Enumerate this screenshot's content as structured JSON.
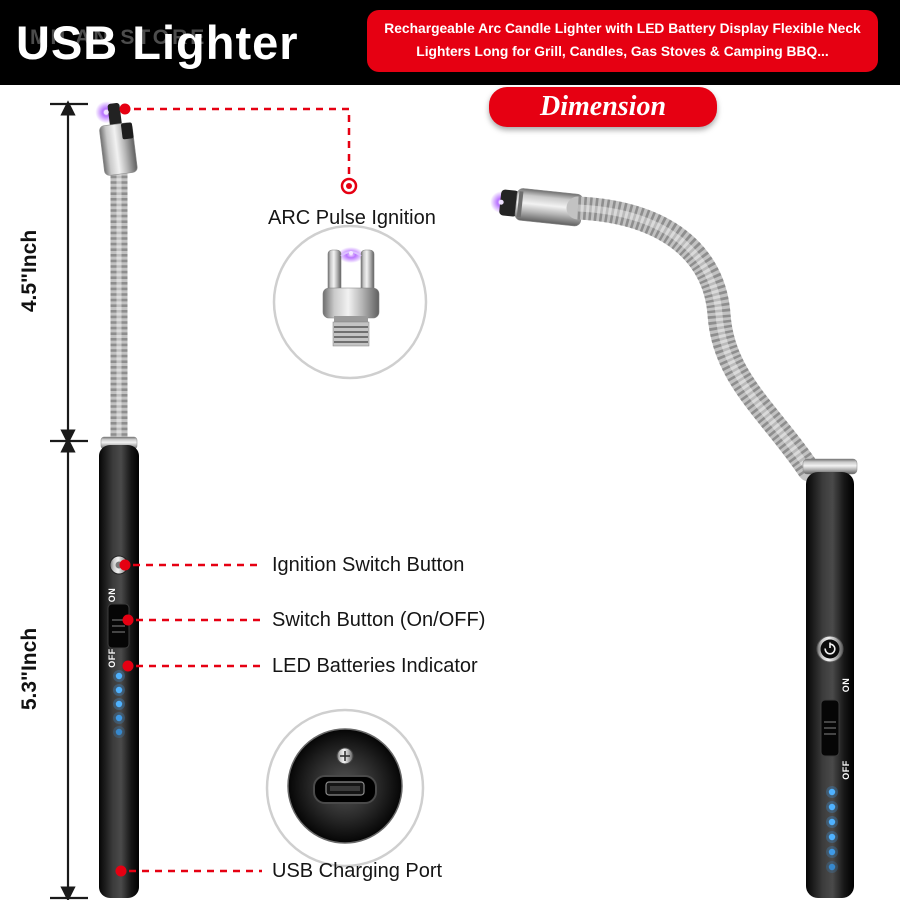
{
  "header": {
    "title": "USB Lighter",
    "watermark": "MILAN STORE",
    "badge": {
      "line1": "Rechargeable Arc Candle Lighter with LED Battery Display Flexible Neck",
      "line2": "Lighters Long for Grill, Candles, Gas Stoves & Camping BBQ..."
    }
  },
  "banner": {
    "label": "Dimension"
  },
  "dimensions": {
    "top": "4.5\"Inch",
    "bottom": "5.3\"Inch"
  },
  "callouts": {
    "arc": "ARC Pulse Ignition",
    "ignition": "Ignition Switch Button",
    "switch": "Switch Button (On/OFF)",
    "led": "LED Batteries Indicator",
    "usb": "USB Charging Port"
  },
  "switch_labels": {
    "on": "ON",
    "off": "OFF"
  },
  "colors": {
    "accent_red": "#e60012",
    "led_blue": "#3fa9ff",
    "arc_purple": "#b266ff"
  }
}
